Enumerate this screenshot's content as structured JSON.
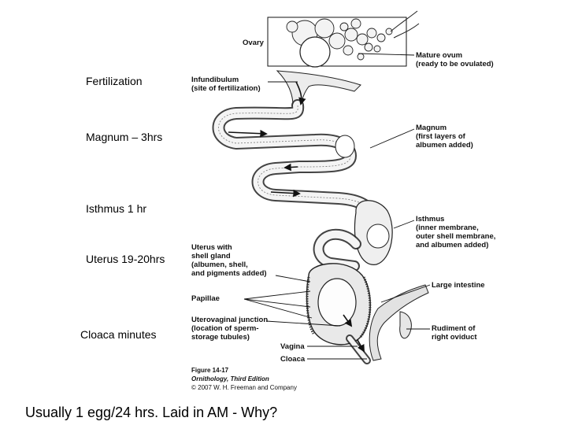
{
  "slide_notes": {
    "fertilization": "Fertilization",
    "magnum": "Magnum – 3hrs",
    "isthmus": "Isthmus 1 hr",
    "uterus": "Uterus 19-20hrs",
    "cloaca": "Cloaca minutes"
  },
  "figure_labels": {
    "ovary": "Ovary",
    "mature_ovum": [
      "Mature ovum",
      "(ready to be ovulated)"
    ],
    "infundibulum": [
      "Infundibulum",
      "(site of fertilization)"
    ],
    "magnum": [
      "Magnum",
      "(first layers of",
      "albumen added)"
    ],
    "isthmus": [
      "Isthmus",
      "(inner membrane,",
      "outer shell membrane,",
      "and albumen added)"
    ],
    "uterus": [
      "Uterus with",
      "shell gland",
      "(albumen, shell,",
      "and pigments added)"
    ],
    "large_intestine": "Large intestine",
    "papillae": "Papillae",
    "uterovaginal": [
      "Uterovaginal junction",
      "(location of sperm-",
      "storage tubules)"
    ],
    "rudiment": [
      "Rudiment of",
      "right oviduct"
    ],
    "vagina": "Vagina",
    "cloaca": "Cloaca"
  },
  "figure_caption": {
    "figure": "Figure 14-17",
    "book": "Ornithology, Third Edition",
    "copyright": "© 2007 W. H. Freeman and Company"
  },
  "footer": {
    "question": "Usually 1 egg/24 hrs. Laid in AM  - Why?"
  }
}
